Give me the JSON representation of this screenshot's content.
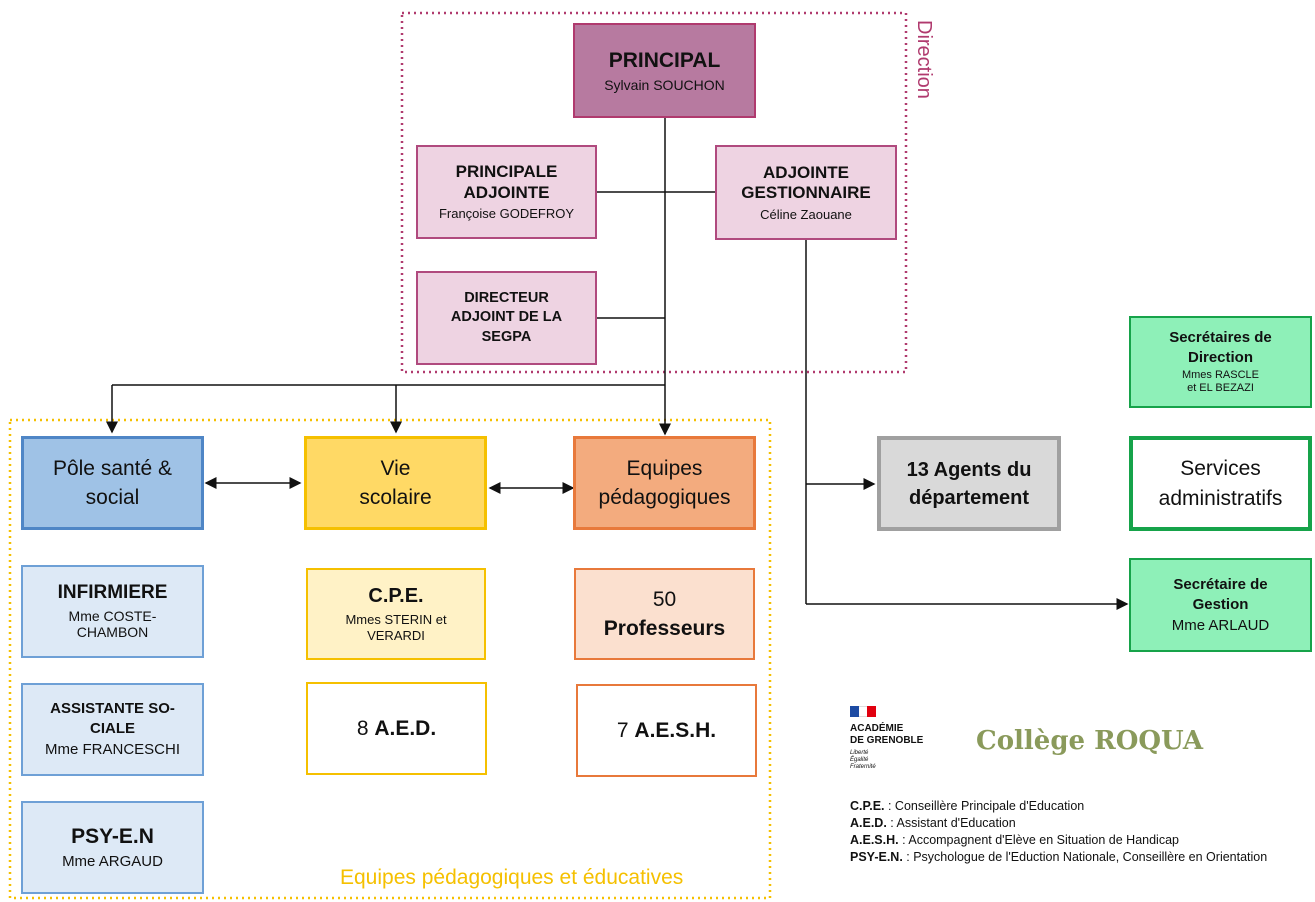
{
  "groups": {
    "direction_label": "Direction",
    "equipes_label": "Equipes pédagogiques et éducatives"
  },
  "boxes": {
    "principal": {
      "title": "PRINCIPAL",
      "name": "Sylvain SOUCHON"
    },
    "principale_adjointe": {
      "title1": "PRINCIPALE",
      "title2": "ADJOINTE",
      "name": "Françoise GODEFROY"
    },
    "adjointe_gestionnaire": {
      "title1": "ADJOINTE",
      "title2": "GESTIONNAIRE",
      "name": "Céline Zaouane"
    },
    "directeur_segpa": {
      "line1": "DIRECTEUR",
      "line2": "ADJOINT DE LA",
      "line3": "SEGPA"
    },
    "pole_sante": {
      "line1": "Pôle santé &",
      "line2": "social"
    },
    "vie_scolaire": {
      "line1": "Vie",
      "line2": "scolaire"
    },
    "equipes_peda": {
      "line1": "Equipes",
      "line2": "pédagogiques"
    },
    "agents": {
      "line1": "13 Agents du",
      "line2": "département"
    },
    "services_admin": {
      "line1": "Services",
      "line2": "administratifs"
    },
    "secretaires_direction": {
      "line1": "Secrétaires de",
      "line2": "Direction",
      "name1": "Mmes RASCLE",
      "name2": "et EL BEZAZI"
    },
    "secretaire_gestion": {
      "line1": "Secrétaire de",
      "line2": "Gestion",
      "name": "Mme ARLAUD"
    },
    "infirmiere": {
      "title": "INFIRMIERE",
      "name1": "Mme COSTE-",
      "name2": "CHAMBON"
    },
    "assistante_sociale": {
      "title1": "ASSISTANTE SO-",
      "title2": "CIALE",
      "name": "Mme FRANCESCHI"
    },
    "psy_en": {
      "title": "PSY-E.N",
      "name": "Mme ARGAUD"
    },
    "cpe": {
      "title": "C.P.E.",
      "name1": "Mmes STERIN et",
      "name2": "VERARDI"
    },
    "aed": {
      "count": "8",
      "label": "A.E.D."
    },
    "professeurs": {
      "count": "50",
      "label": "Professeurs"
    },
    "aesh": {
      "count": "7",
      "label": "A.E.S.H."
    }
  },
  "logos": {
    "academie_line1": "ACADÉMIE",
    "academie_line2": "DE GRENOBLE",
    "motto1": "Liberté",
    "motto2": "Égalité",
    "motto3": "Fraternité",
    "college": "Collège ROQUA"
  },
  "glossary": [
    {
      "abbr": "C.P.E.",
      "text": " : Conseillère Principale d'Education"
    },
    {
      "abbr": "A.E.D.",
      "text": " : Assistant d'Education"
    },
    {
      "abbr": "A.E.S.H.",
      "text": " : Accompagnent d'Elève en Situation de Handicap"
    },
    {
      "abbr": "PSY-E.N.",
      "text": " : Psychologue de l'Eduction Nationale, Conseillère en Orientation"
    }
  ],
  "colors": {
    "direction": "#b03a6e",
    "equipes": "#f5c000",
    "sante": "#4f86c6",
    "peda": "#e8793b",
    "admin": "#16a34a",
    "agents": "#a0a0a0"
  }
}
